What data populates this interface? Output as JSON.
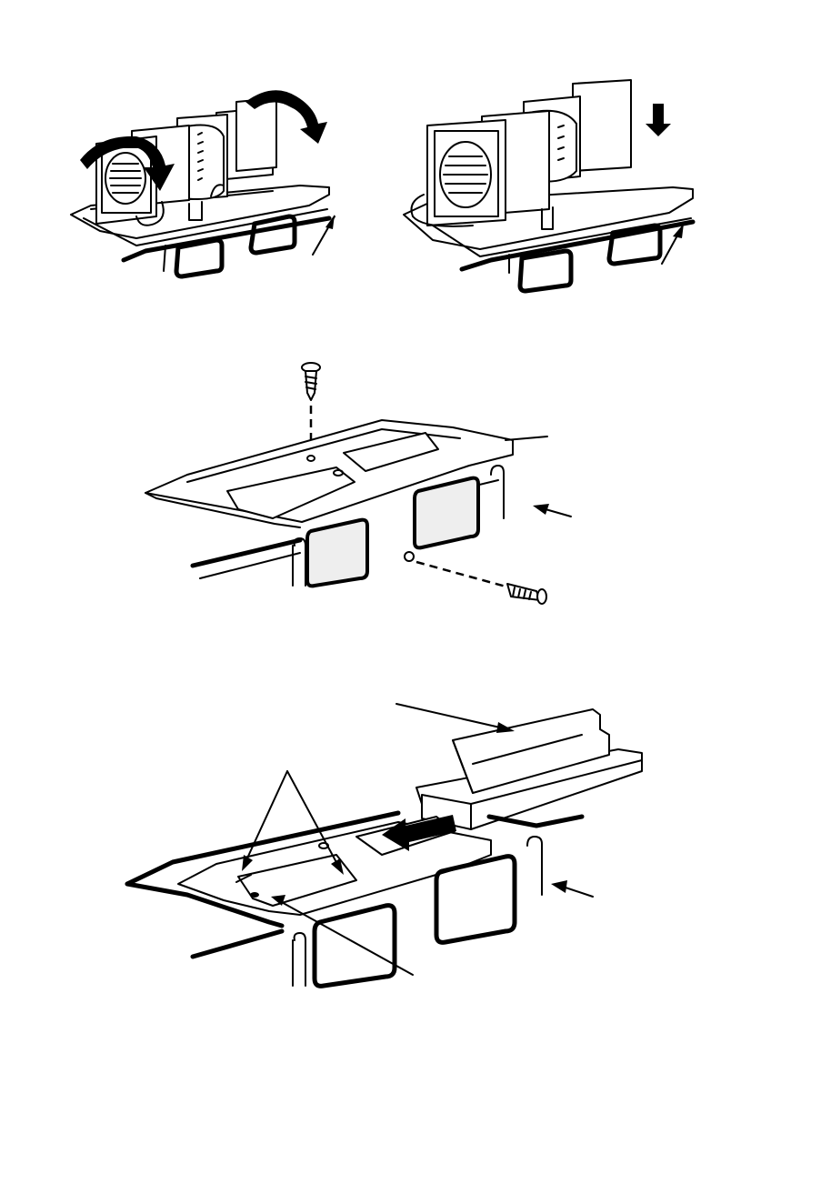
{
  "figure": {
    "panels": [
      {
        "id": "top-left",
        "shows": [
          "blower-unit",
          "rotate-arrows",
          "base-pointer-arrow"
        ]
      },
      {
        "id": "top-right",
        "shows": [
          "blower-unit",
          "down-arrow",
          "base-pointer-arrow"
        ]
      },
      {
        "id": "middle",
        "shows": [
          "mounting-plate",
          "screws",
          "base-pointer-arrow"
        ]
      },
      {
        "id": "bottom",
        "shows": [
          "mounting-plate",
          "filter-cartridge",
          "slide-arrow",
          "leader-lines"
        ]
      }
    ],
    "colors": {
      "line": "#000000",
      "fill": "#ffffff",
      "window": "#eeeeee"
    }
  }
}
